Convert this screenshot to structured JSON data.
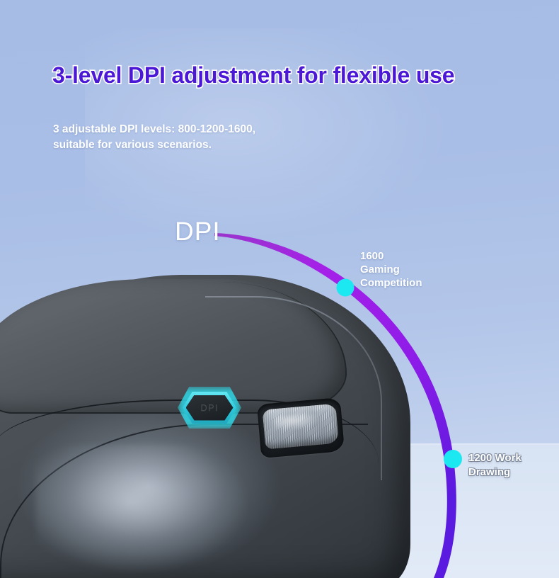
{
  "banner": {
    "headline": "3-level DPI adjustment for flexible use",
    "subhead": "3 adjustable DPI levels: 800-1200-1600,\nsuitable for various scenarios.",
    "background_top_color": "#a6bce5",
    "background_bottom_color": "#cfdcf2",
    "surface_color": "#dce6f5",
    "headline_color": "#4b18d6",
    "headline_outline_color": "#ffffff",
    "subhead_color": "#ffffff"
  },
  "dial": {
    "axis_label": "DPI",
    "arc_color_start": "#9a35cc",
    "arc_color_mid": "#a520e8",
    "arc_color_end": "#5b1adf",
    "marker_color": "#1ce8f2",
    "markers": [
      {
        "value": "1600",
        "line2": "Gaming",
        "line3": "Competition",
        "label": "1600\nGaming\nCompetition"
      },
      {
        "value": "1200",
        "line2": "Work",
        "line3": "Drawing",
        "label": "1200 Work\nDrawing"
      }
    ]
  },
  "product": {
    "dpi_button_label": "DPI",
    "dpi_button_glow_color": "#2fd8e6",
    "body_color": "#474d53",
    "wheel_color": "#aab4c0"
  }
}
